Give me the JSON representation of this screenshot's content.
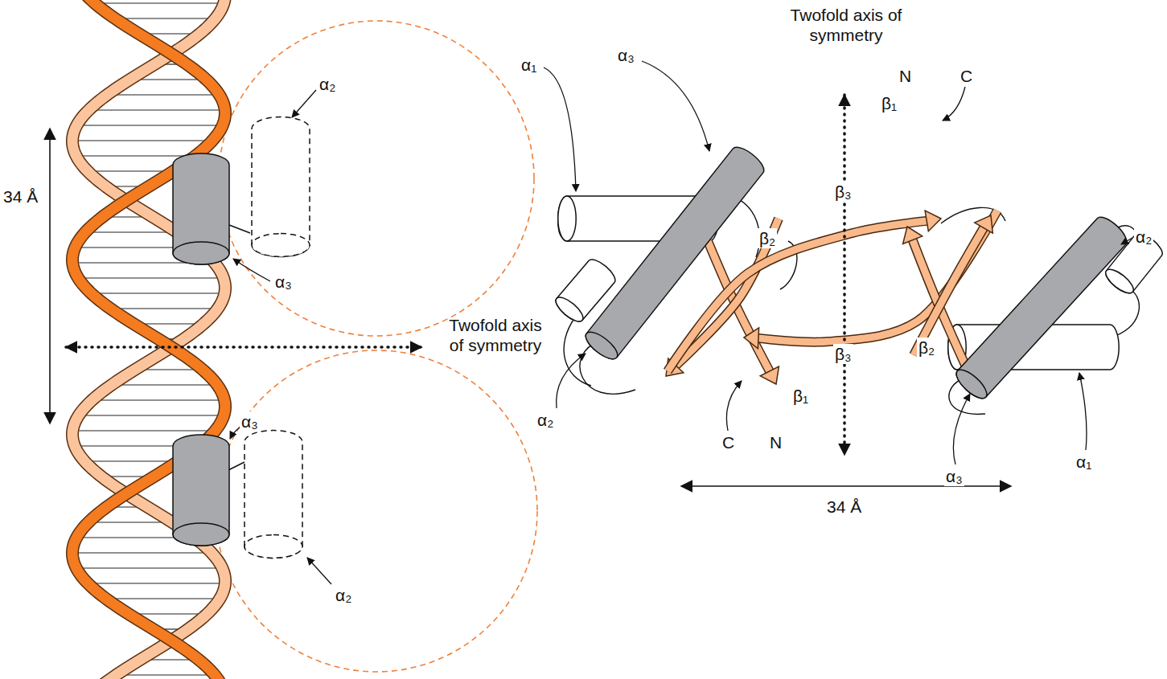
{
  "diagram": {
    "labels": [
      "α₂",
      "34 Å",
      "α₃",
      "Twofold axis of symmetry",
      "α₃",
      "α₂",
      "Twofold axis of symmetry",
      "α₁",
      "α₃",
      "β₂",
      "N",
      "C",
      "β₁",
      "β₃",
      "α₂",
      "β₃",
      "α₂",
      "C",
      "N",
      "β₁",
      "β₂",
      "α₃",
      "α₁",
      "34 Å"
    ]
  }
}
